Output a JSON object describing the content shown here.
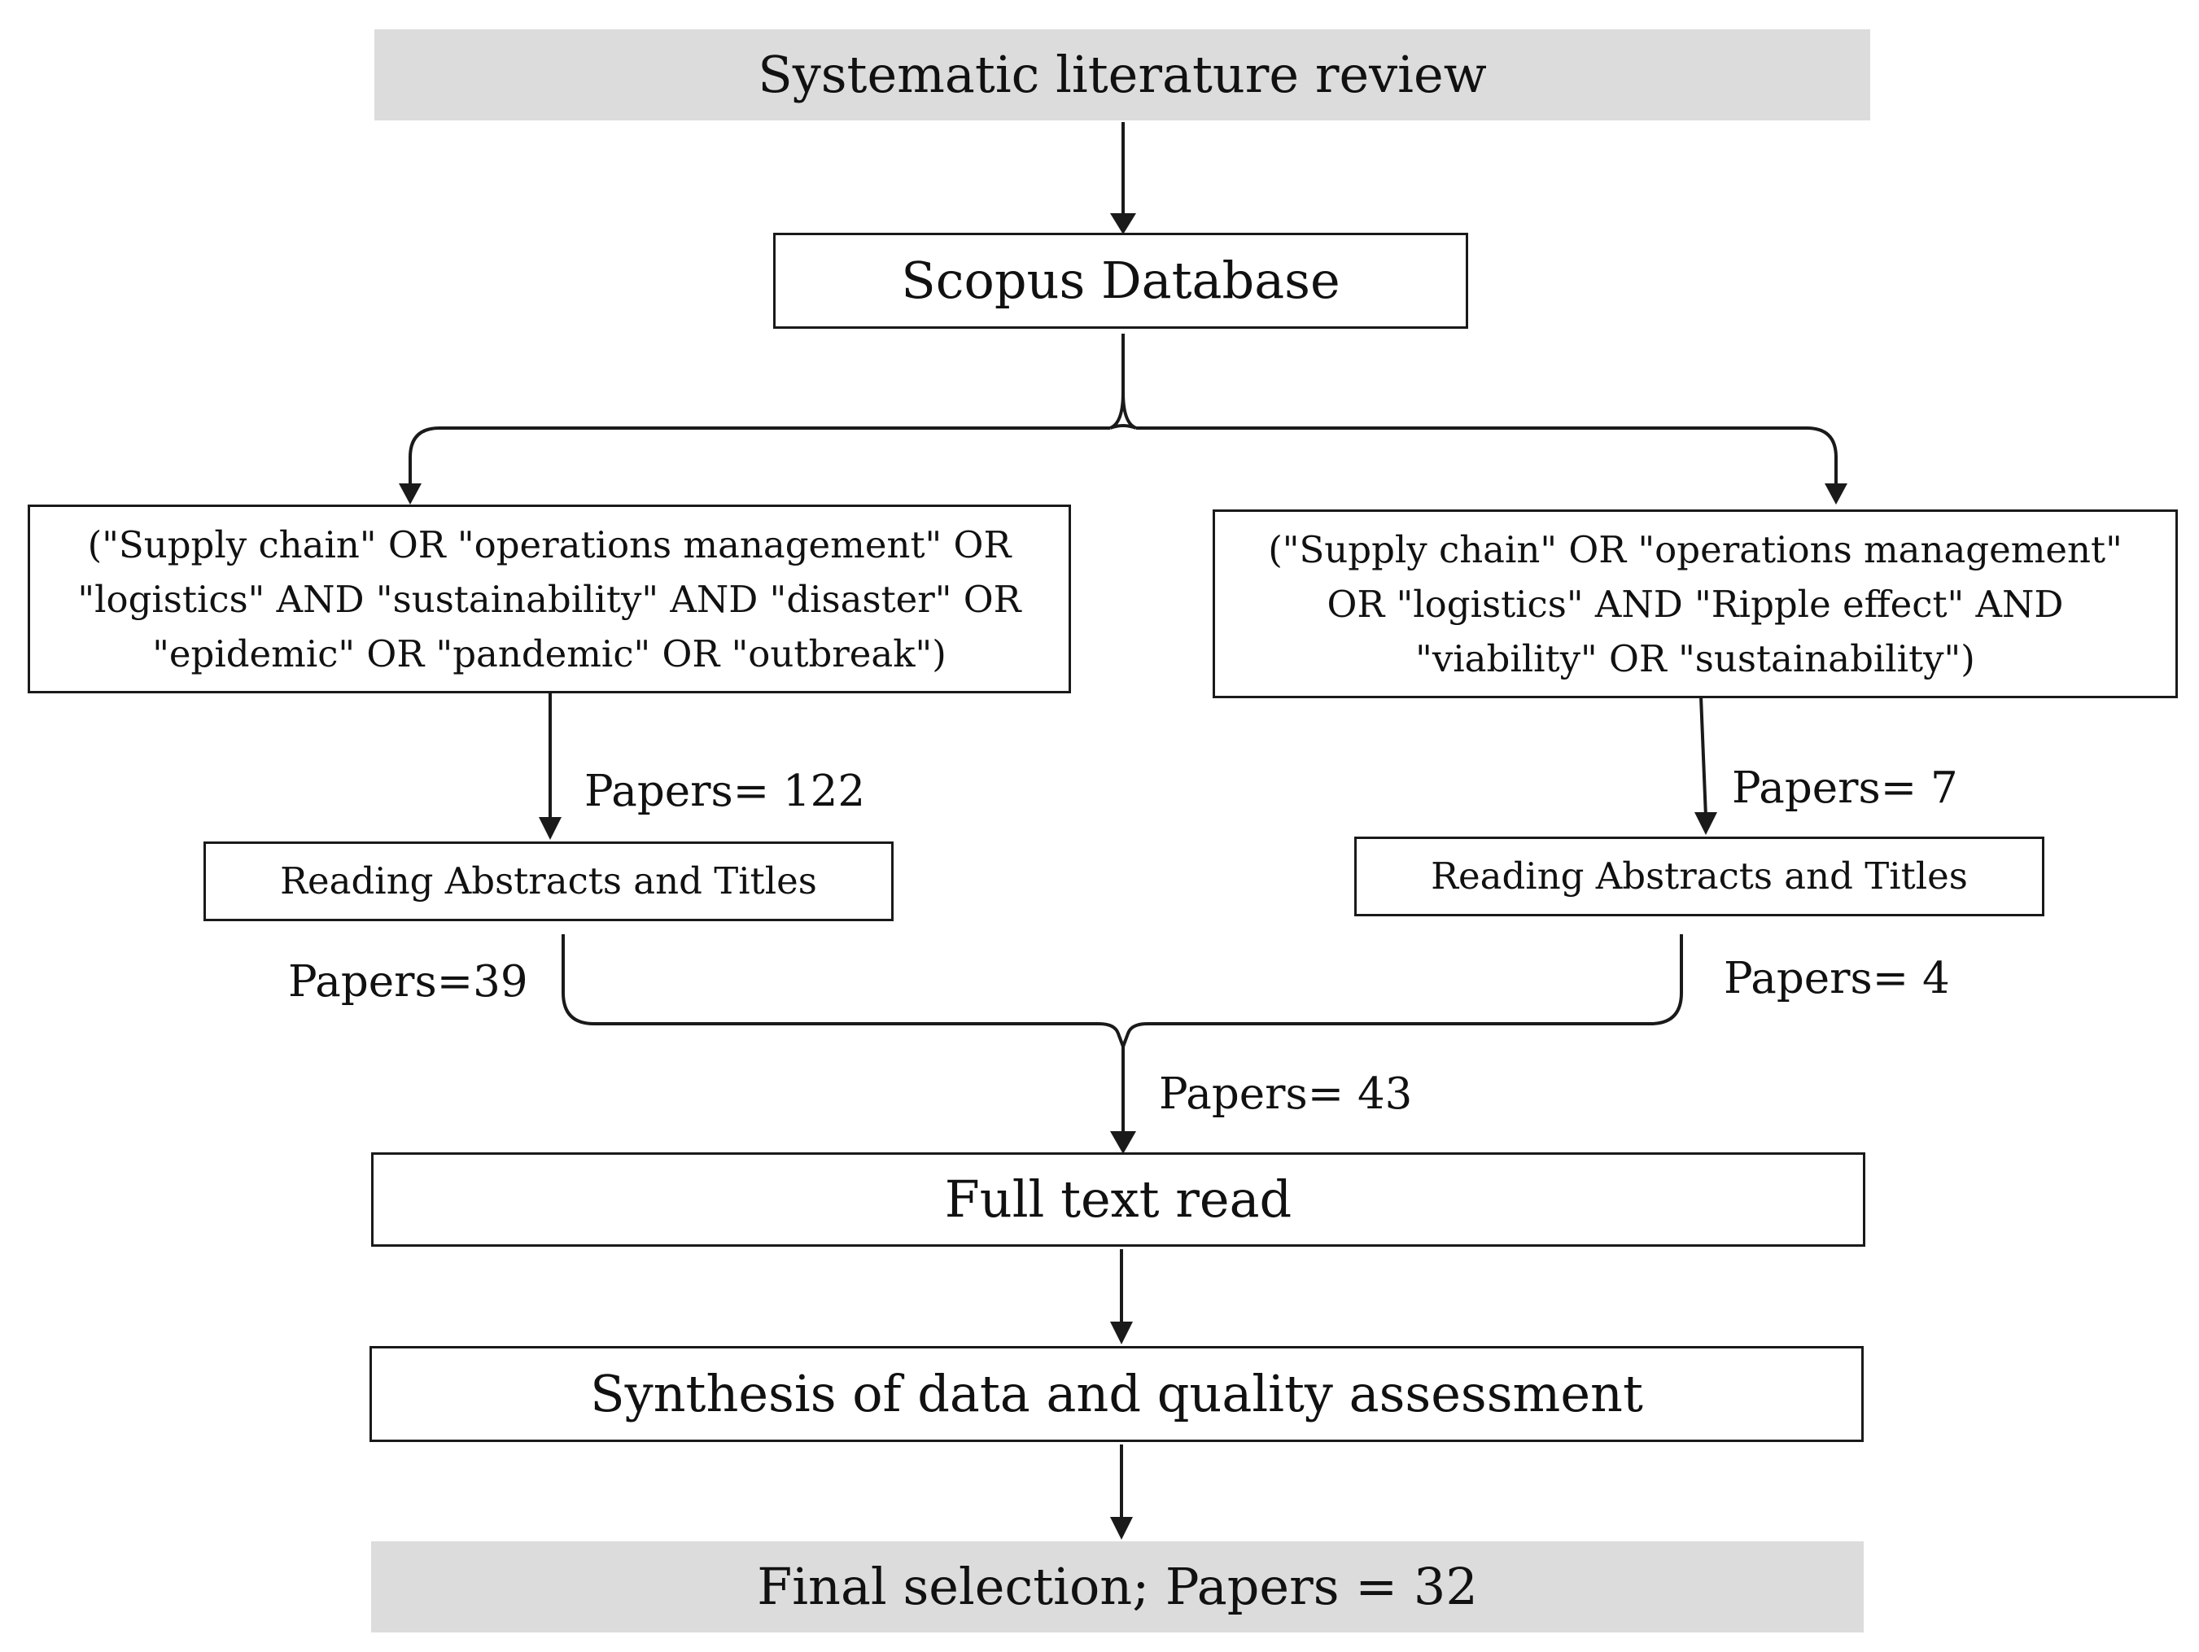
{
  "title_box": "Systematic literature review",
  "database_box": "Scopus Database",
  "left_branch": {
    "query_lines": [
      "(\"Supply chain\"  OR  \"operations management\"  OR",
      "\"logistics\"  AND  \"sustainability\"  AND  \"disaster\"  OR",
      "\"epidemic\"  OR  \"pandemic\"  OR  \"outbreak\")"
    ],
    "papers_found": "Papers= 122",
    "screening_box": "Reading Abstracts and Titles",
    "papers_screened": "Papers=39"
  },
  "right_branch": {
    "query_lines": [
      "(\"Supply chain\"  OR  \"operations management\"",
      "OR  \"logistics\" AND  \"Ripple effect\"  AND",
      "\"viability\"  OR  \"sustainability\")"
    ],
    "papers_found": "Papers= 7",
    "screening_box": "Reading Abstracts and Titles",
    "papers_screened": "Papers= 4"
  },
  "merged_count": "Papers= 43",
  "full_text_box": "Full text read",
  "synthesis_box": "Synthesis of data and quality assessment",
  "final_box": "Final selection; Papers = 32"
}
